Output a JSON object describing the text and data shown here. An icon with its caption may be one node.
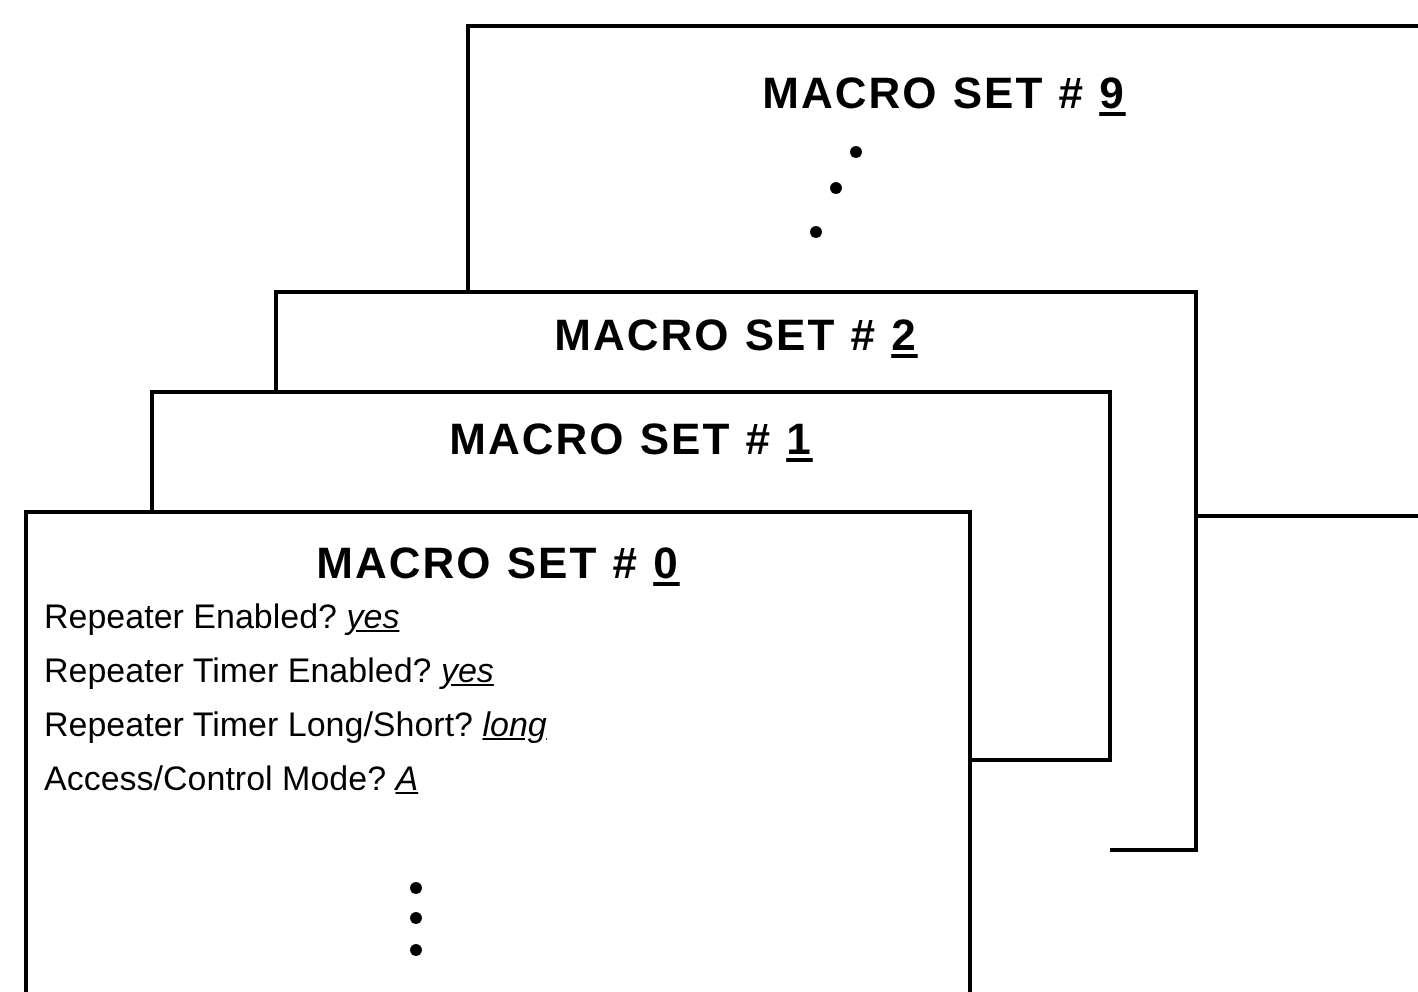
{
  "diagram": {
    "nodes": [
      {
        "text": [
          "MACRO SET # 9"
        ]
      },
      {
        "text": [
          "MACRO SET # 2"
        ]
      },
      {
        "text": [
          "MACRO SET # 1"
        ]
      },
      {
        "text": [
          "MACRO SET # 0",
          "Repeater Enabled? yes",
          "Repeater Timer Enabled? yes",
          "Repeater Timer Long/Short? long",
          "Access/Control Mode? A"
        ]
      }
    ]
  }
}
